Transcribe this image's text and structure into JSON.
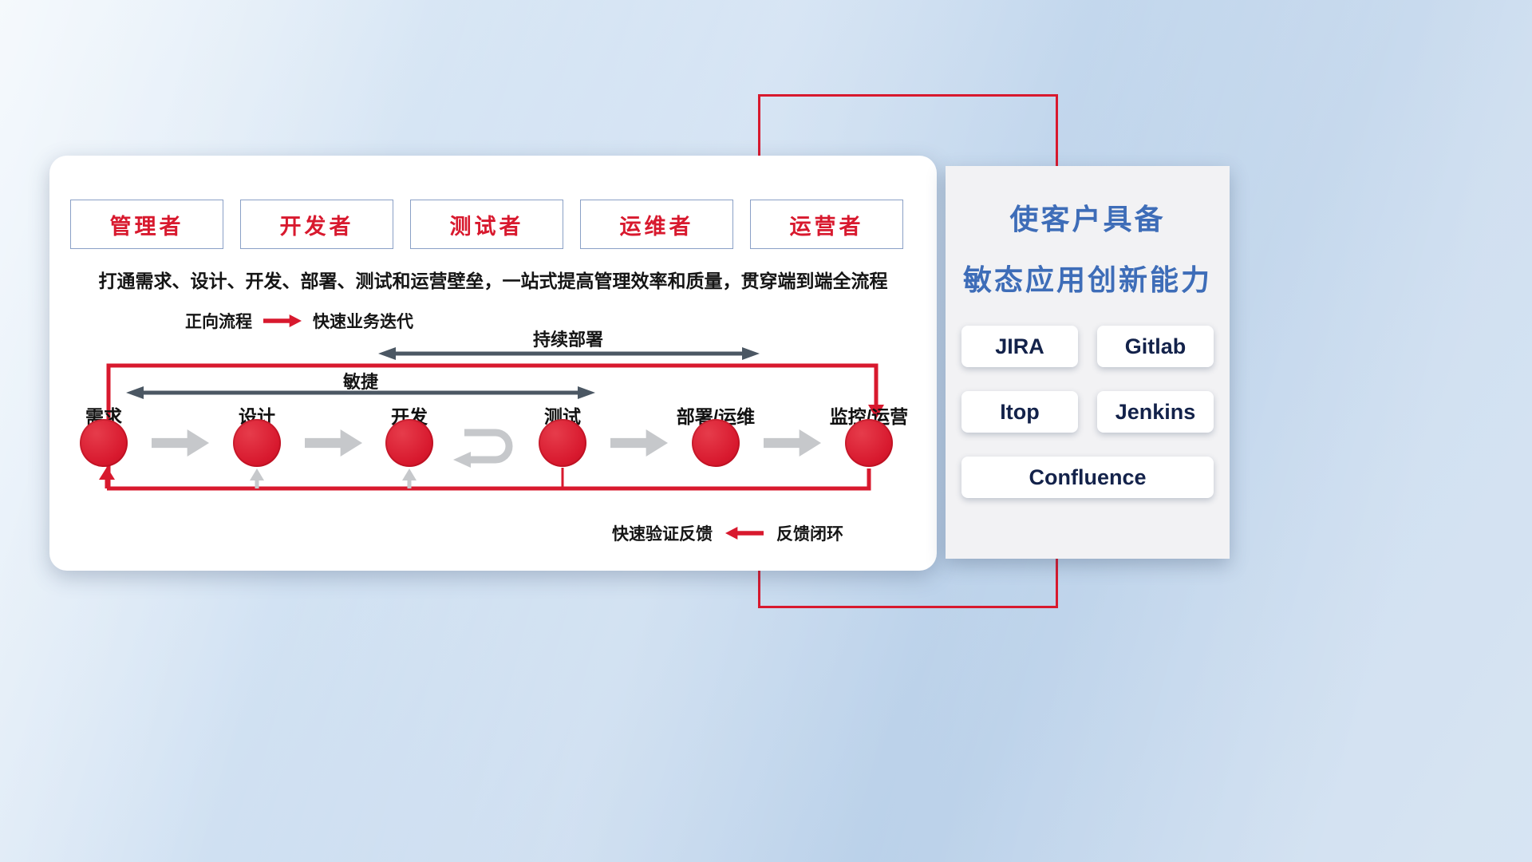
{
  "colors": {
    "red": "#d8192e",
    "blue_title": "#3e6db8",
    "navy_text": "#13224a",
    "dark_arrow": "#4b5763",
    "gray_arrow": "#c6c8cb"
  },
  "roles": [
    {
      "label": "管理者"
    },
    {
      "label": "开发者"
    },
    {
      "label": "测试者"
    },
    {
      "label": "运维者"
    },
    {
      "label": "运营者"
    }
  ],
  "subtitle": "打通需求、设计、开发、部署、测试和运营壁垒，一站式提高管理效率和质量，贯穿端到端全流程",
  "legend_forward": {
    "label": "正向流程",
    "desc": "快速业务迭代"
  },
  "span_arrows": {
    "continuous_deploy": "持续部署",
    "agile": "敏捷"
  },
  "flow": {
    "steps": [
      "需求",
      "设计",
      "开发",
      "测试",
      "部署/运维",
      "监控/运营"
    ]
  },
  "legend_feedback": {
    "desc": "快速验证反馈",
    "label": "反馈闭环"
  },
  "right_panel": {
    "title_line1": "使客户具备",
    "title_line2": "敏态应用创新能力",
    "tools": [
      "JIRA",
      "Gitlab",
      "Itop",
      "Jenkins",
      "Confluence"
    ]
  }
}
